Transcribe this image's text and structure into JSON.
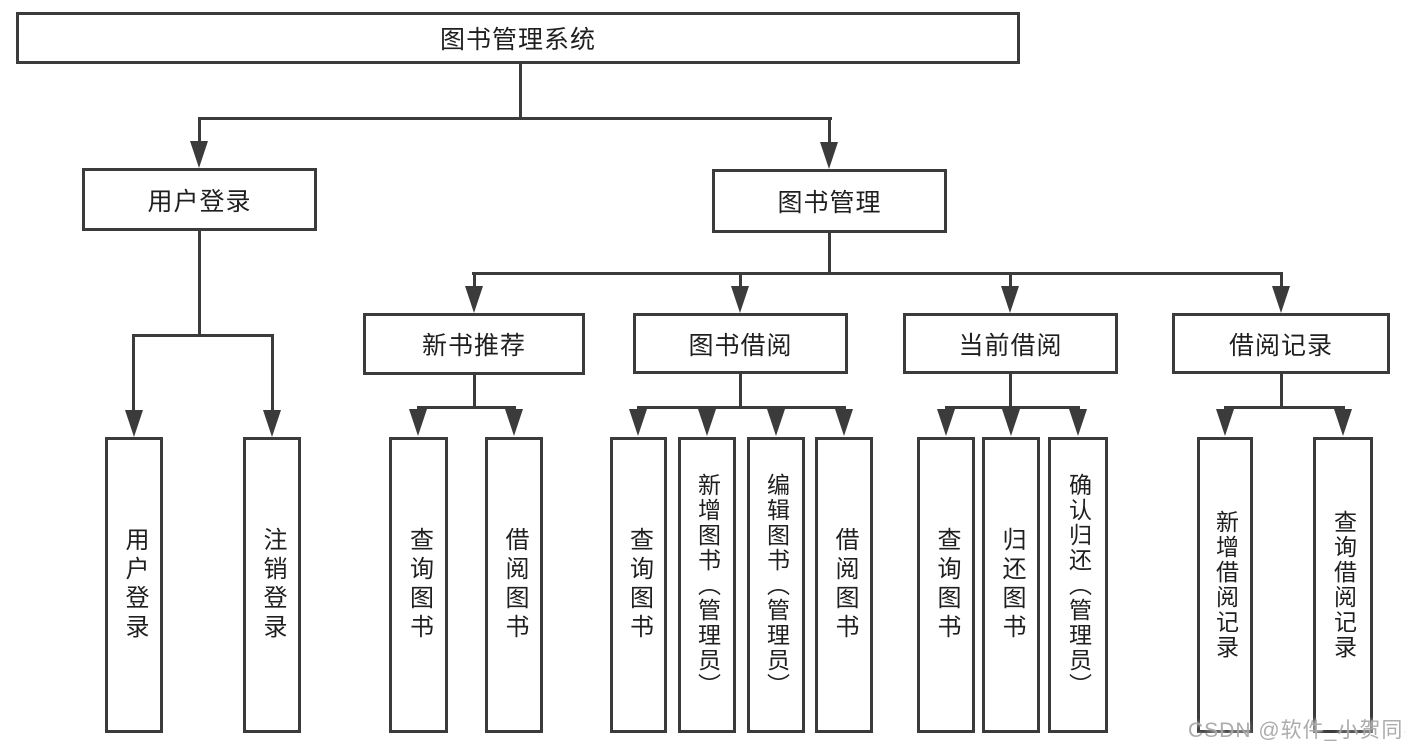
{
  "tree": {
    "root": "图书管理系统",
    "children": [
      {
        "label": "用户登录",
        "children": [
          {
            "label": "用户登录"
          },
          {
            "label": "注销登录"
          }
        ]
      },
      {
        "label": "图书管理",
        "children": [
          {
            "label": "新书推荐",
            "children": [
              {
                "label": "查询图书"
              },
              {
                "label": "借阅图书"
              }
            ]
          },
          {
            "label": "图书借阅",
            "children": [
              {
                "label": "查询图书"
              },
              {
                "label": "新增图书（管理员）"
              },
              {
                "label": "编辑图书（管理员）"
              },
              {
                "label": "借阅图书"
              }
            ]
          },
          {
            "label": "当前借阅",
            "children": [
              {
                "label": "查询图书"
              },
              {
                "label": "归还图书"
              },
              {
                "label": "确认归还（管理员）"
              }
            ]
          },
          {
            "label": "借阅记录",
            "children": [
              {
                "label": "新增借阅记录"
              },
              {
                "label": "查询借阅记录"
              }
            ]
          }
        ]
      }
    ]
  },
  "watermark": {
    "text": "CSDN @软件_小贺同学"
  },
  "colors": {
    "line": "#3b3b3b",
    "box_background": "#ffffff",
    "text": "#1f1f1f",
    "watermark": "#a8a8a8"
  }
}
